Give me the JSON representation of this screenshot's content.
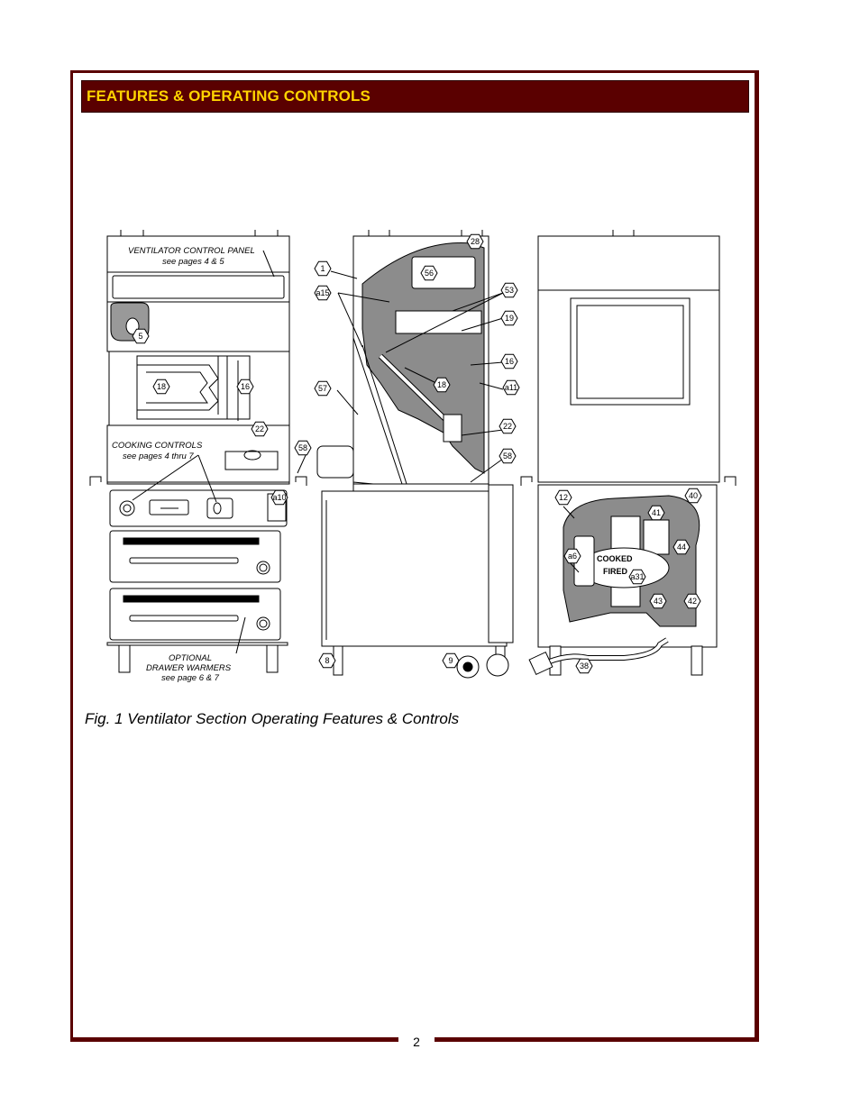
{
  "header": {
    "title": "FEATURES & OPERATING CONTROLS"
  },
  "figure": {
    "front_labels": {
      "ventilator_panel_line1": "VENTILATOR CONTROL PANEL",
      "ventilator_panel_line2": "see pages 4 & 5",
      "cooking_controls_line1": "COOKING CONTROLS",
      "cooking_controls_line2": "see pages 4 thru 7",
      "drawer_line1": "OPTIONAL",
      "drawer_line2": "DRAWER WARMERS",
      "drawer_line3": "see page 6 & 7"
    },
    "callouts": [
      "5",
      "18",
      "16",
      "22",
      "58",
      "a10",
      "1",
      "28",
      "56",
      "a15",
      "53",
      "19",
      "57",
      "16",
      "18",
      "a11",
      "22",
      "58",
      "8",
      "9",
      "12",
      "40",
      "41",
      "a6",
      "44",
      "a31",
      "43",
      "42",
      "38"
    ],
    "panel_text": {
      "cooked": "COOKED",
      "fired": "FIRED"
    }
  },
  "caption": "Fig. 1  Ventilator Section Operating Features & Controls",
  "page_number": "2",
  "colors": {
    "frame": "#5a0000",
    "title_text": "#ffd400",
    "cutaway_fill": "#8c8c8c"
  }
}
